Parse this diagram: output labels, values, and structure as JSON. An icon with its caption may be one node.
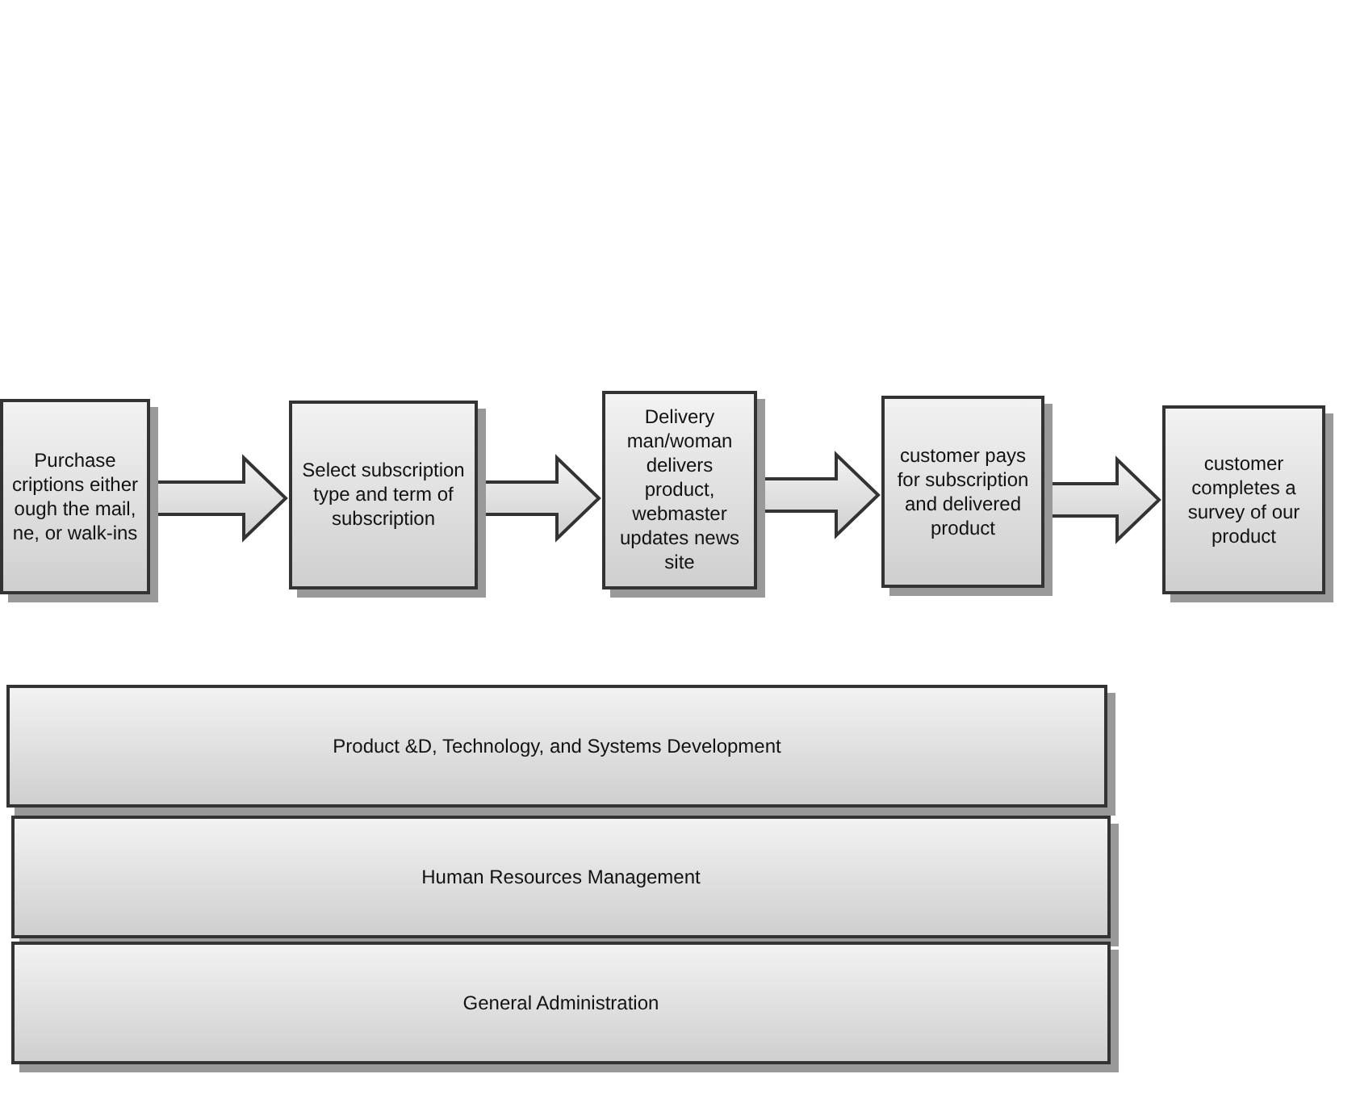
{
  "diagram": {
    "nodes": [
      {
        "text": [
          "Purchase criptions either ough the mail, ne, or walk-ins"
        ]
      },
      {
        "text": [
          "Select subscription type and term of subscription"
        ]
      },
      {
        "text": [
          "Delivery man/woman delivers product, webmaster updates news site"
        ]
      },
      {
        "text": [
          "customer pays for subscription and delivered product"
        ]
      },
      {
        "text": [
          "customer completes a survey of our product"
        ]
      },
      {
        "text": [
          "Product &D, Technology, and Systems Development"
        ]
      },
      {
        "text": [
          "Human Resources Management"
        ]
      },
      {
        "text": [
          "General Administration"
        ]
      }
    ],
    "edges": [
      {
        "from": 0,
        "to": 1,
        "arrow": "to"
      },
      {
        "from": 1,
        "to": 2,
        "arrow": "to"
      },
      {
        "from": 2,
        "to": 3,
        "arrow": "to"
      },
      {
        "from": 3,
        "to": 4,
        "arrow": "to"
      }
    ]
  }
}
